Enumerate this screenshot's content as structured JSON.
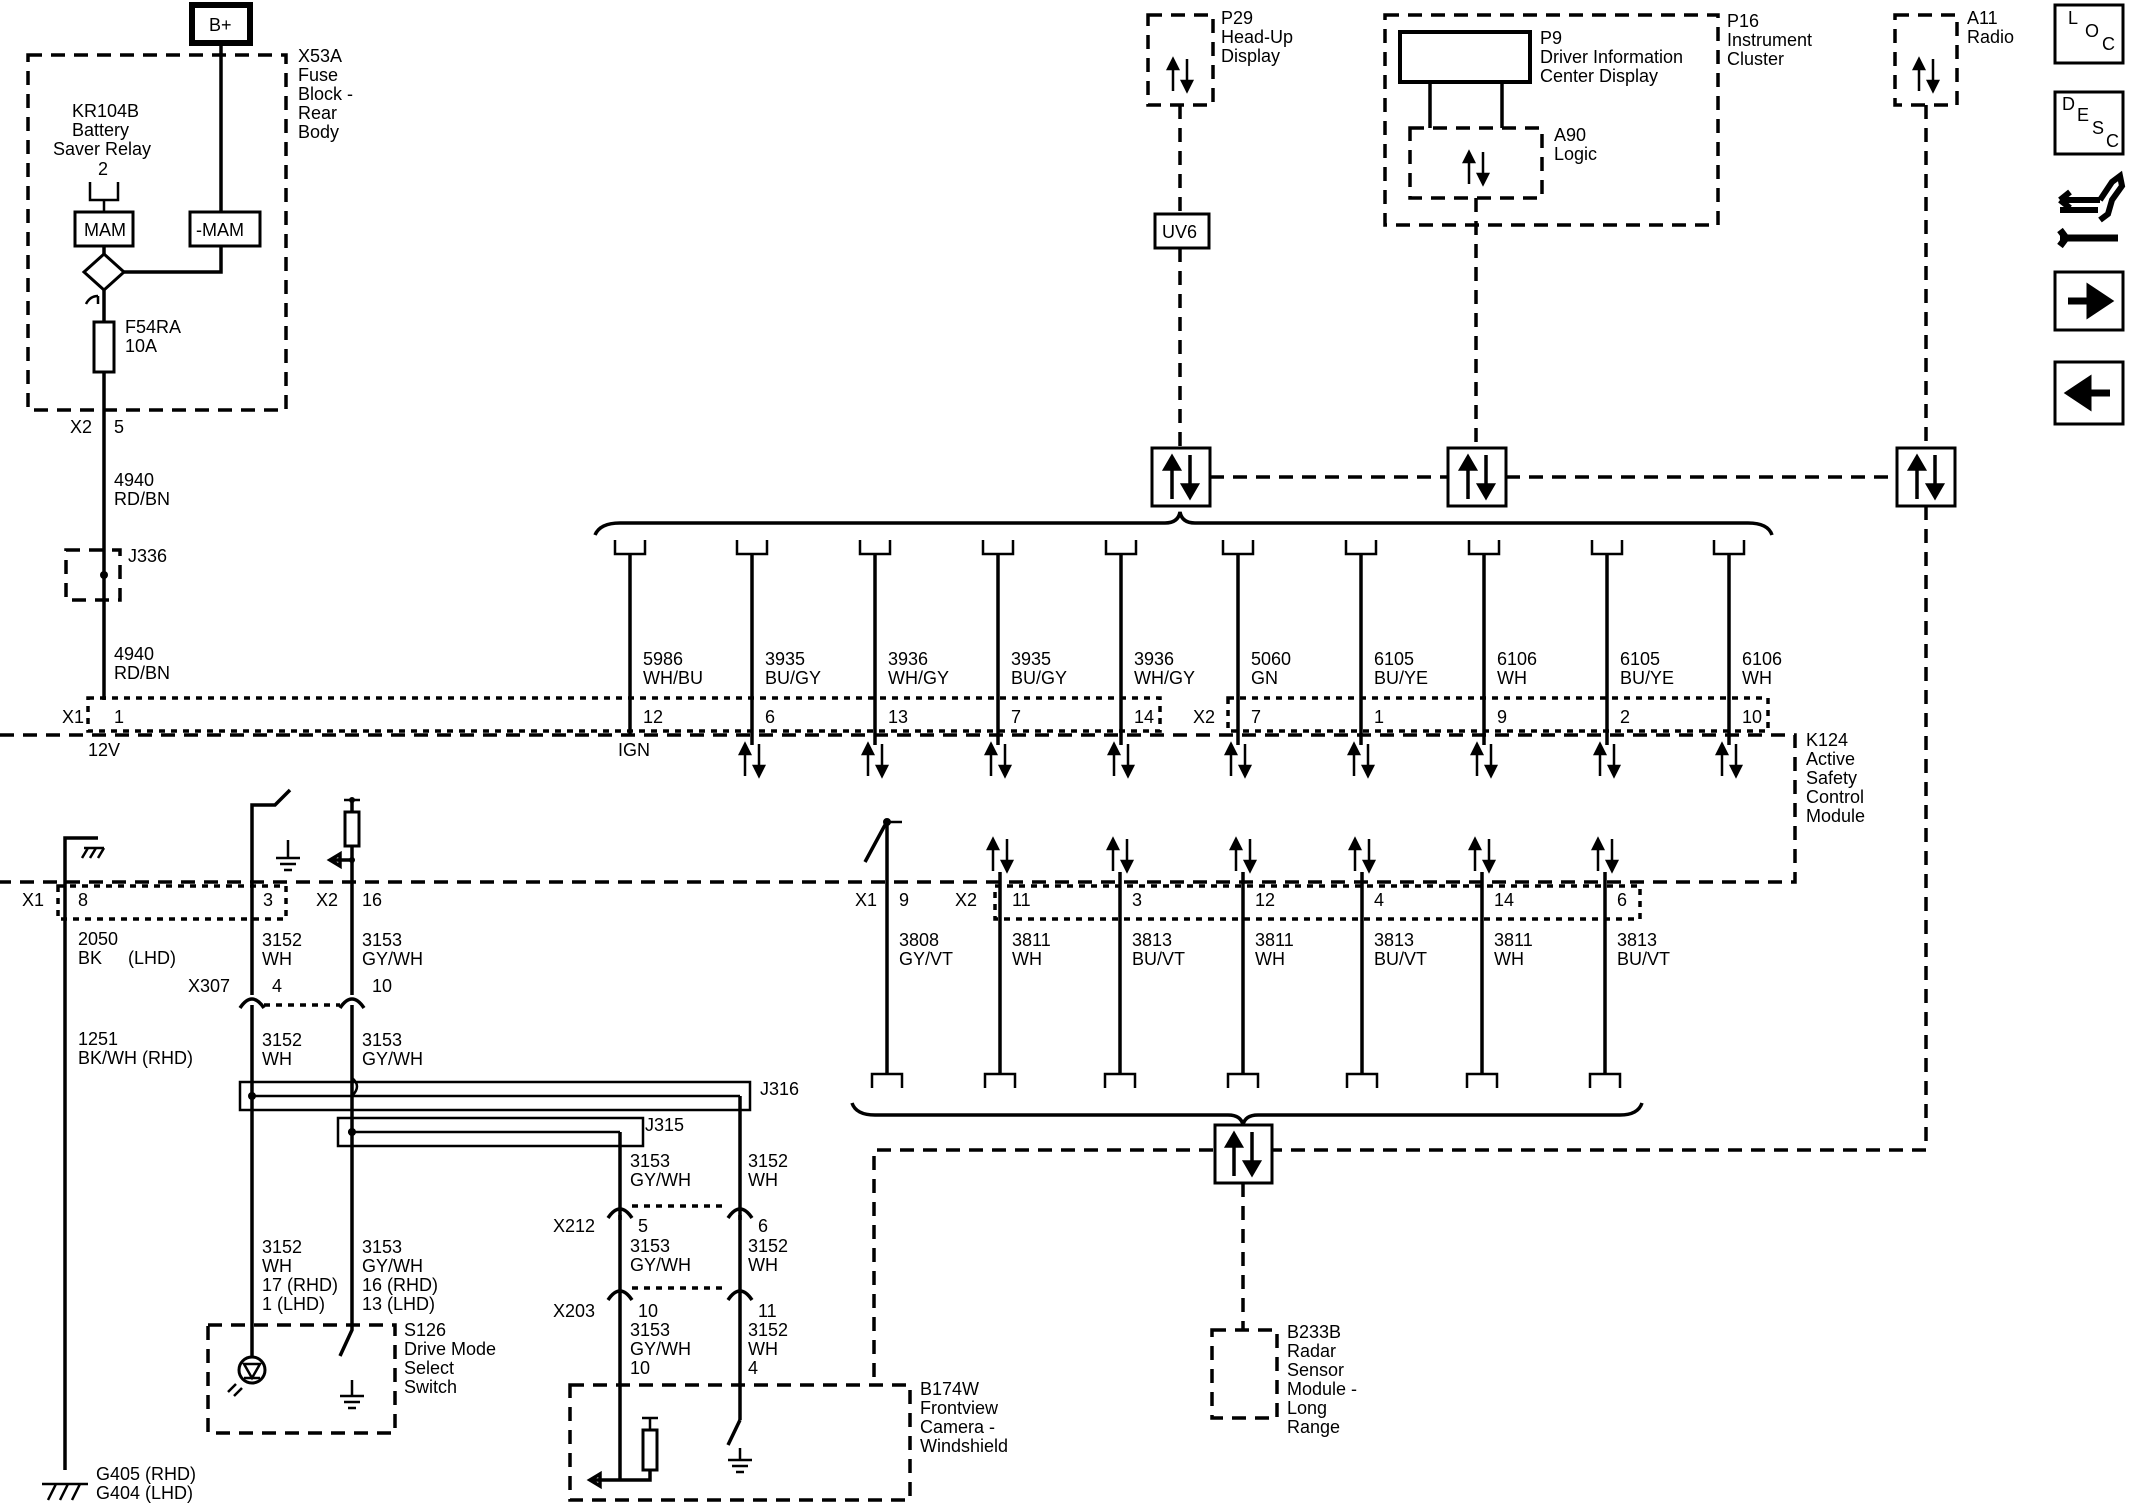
{
  "battery": "B+",
  "fuse_block": {
    "name": [
      "X53A",
      "Fuse",
      "Block -",
      "Rear",
      "Body"
    ],
    "relay": [
      "KR104B",
      "Battery",
      "Saver Relay"
    ],
    "relay_pin": "2",
    "mam": "MAM",
    "neg_mam": "-MAM",
    "fuse": [
      "F54RA",
      "10A"
    ],
    "conn": "X2",
    "pin": "5"
  },
  "power_wire": {
    "upper": [
      "4940",
      "RD/BN"
    ],
    "splice": "J336",
    "lower": [
      "4940",
      "RD/BN"
    ]
  },
  "hud": {
    "name": [
      "P29",
      "Head-Up",
      "Display"
    ],
    "splice": "UV6"
  },
  "cluster": {
    "name": [
      "P16",
      "Instrument",
      "Cluster"
    ],
    "dic": [
      "P9",
      "Driver Information",
      "Center Display"
    ],
    "logic": [
      "A90",
      "Logic"
    ]
  },
  "radio": {
    "name": [
      "A11",
      "Radio"
    ]
  },
  "module": {
    "name": [
      "K124",
      "Active",
      "Safety",
      "Control",
      "Module"
    ],
    "x1": "X1",
    "x2": "X2",
    "pin12v": "1",
    "label12v": "12V",
    "ign_label": "IGN"
  },
  "top_wires": [
    {
      "circuit": "5986",
      "color": "WH/BU",
      "pin": "12"
    },
    {
      "circuit": "3935",
      "color": "BU/GY",
      "pin": "6"
    },
    {
      "circuit": "3936",
      "color": "WH/GY",
      "pin": "13"
    },
    {
      "circuit": "3935",
      "color": "BU/GY",
      "pin": "7"
    },
    {
      "circuit": "3936",
      "color": "WH/GY",
      "pin": "14"
    },
    {
      "circuit": "5060",
      "color": "GN",
      "pin": "7"
    },
    {
      "circuit": "6105",
      "color": "BU/YE",
      "pin": "1"
    },
    {
      "circuit": "6106",
      "color": "WH",
      "pin": "9"
    },
    {
      "circuit": "6105",
      "color": "BU/YE",
      "pin": "2"
    },
    {
      "circuit": "6106",
      "color": "WH",
      "pin": "10"
    }
  ],
  "bottom_wires": [
    {
      "circuit": "3808",
      "color": "GY/VT",
      "pin": "9"
    },
    {
      "circuit": "3811",
      "color": "WH",
      "pin": "11"
    },
    {
      "circuit": "3813",
      "color": "BU/VT",
      "pin": "3"
    },
    {
      "circuit": "3811",
      "color": "WH",
      "pin": "12"
    },
    {
      "circuit": "3813",
      "color": "BU/VT",
      "pin": "4"
    },
    {
      "circuit": "3811",
      "color": "WH",
      "pin": "14"
    },
    {
      "circuit": "3813",
      "color": "BU/VT",
      "pin": "6"
    }
  ],
  "ground_circuit": {
    "conn": "X1",
    "pin": "8",
    "lhd": [
      "2050",
      "BK",
      "(LHD)"
    ],
    "rhd": [
      "1251",
      "BK/WH (RHD)"
    ],
    "grounds": [
      "G405 (RHD)",
      "G404 (LHD)"
    ]
  },
  "switch_circuit": {
    "x1": "X1",
    "pin_a": "3",
    "x2": "X2",
    "pin_b": "16",
    "w1": [
      "3152",
      "WH"
    ],
    "w2": [
      "3153",
      "GY/WH"
    ],
    "x307": "X307",
    "x307_a": "4",
    "x307_b": "10",
    "w1b": [
      "3152",
      "WH"
    ],
    "w2b": [
      "3153",
      "GY/WH"
    ],
    "j316": "J316",
    "j315": "J315",
    "w1c": [
      "3152",
      "WH",
      "17 (RHD)",
      "1 (LHD)"
    ],
    "w2c": [
      "3153",
      "GY/WH",
      "16 (RHD)",
      "13 (LHD)"
    ],
    "switch": [
      "S126",
      "Drive Mode",
      "Select",
      "Switch"
    ]
  },
  "camera_circuit": {
    "w2": [
      "3153",
      "GY/WH"
    ],
    "w1": [
      "3152",
      "WH"
    ],
    "x212": "X212",
    "x212_a": "5",
    "x212_b": "6",
    "w2b": [
      "3153",
      "GY/WH"
    ],
    "w1b": [
      "3152",
      "WH"
    ],
    "x203": "X203",
    "x203_a": "10",
    "x203_b": "11",
    "w2c": [
      "3153",
      "GY/WH",
      "10"
    ],
    "w1c": [
      "3152",
      "WH",
      "4"
    ],
    "camera": [
      "B174W",
      "Frontview",
      "Camera -",
      "Windshield"
    ]
  },
  "radar": {
    "name": [
      "B233B",
      "Radar",
      "Sensor",
      "Module -",
      "Long",
      "Range"
    ]
  },
  "nav_buttons": [
    {
      "name": "loc-button",
      "icon": "loc-icon",
      "letters": [
        "L",
        "O",
        "C"
      ]
    },
    {
      "name": "desc-button",
      "icon": "desc-icon",
      "letters": [
        "D",
        "E",
        "S",
        "C"
      ]
    },
    {
      "name": "connector-view-button",
      "icon": "connector-wrench-icon"
    },
    {
      "name": "next-page-button",
      "icon": "arrow-right-icon"
    },
    {
      "name": "prev-page-button",
      "icon": "arrow-left-icon"
    }
  ]
}
